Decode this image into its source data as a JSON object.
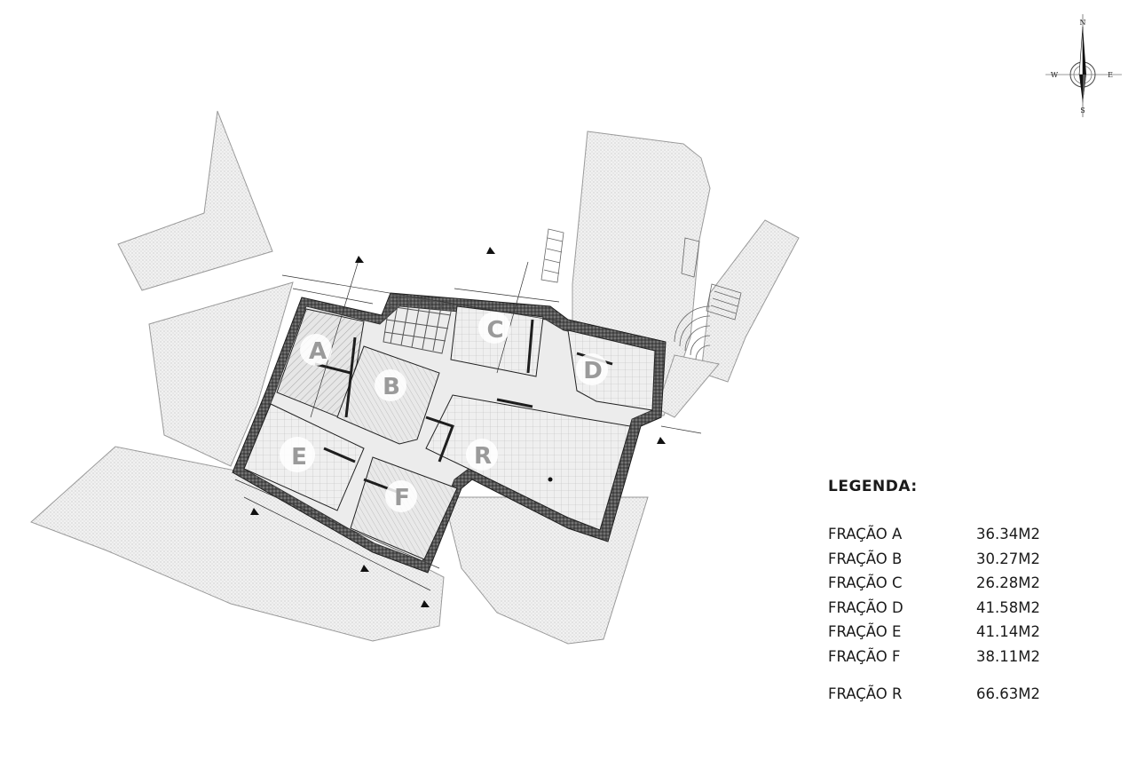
{
  "compass": {
    "n": "N",
    "s": "S",
    "e": "E",
    "w": "W"
  },
  "units": [
    {
      "letter": "A"
    },
    {
      "letter": "B"
    },
    {
      "letter": "C"
    },
    {
      "letter": "D"
    },
    {
      "letter": "E"
    },
    {
      "letter": "F"
    },
    {
      "letter": "R"
    }
  ],
  "legend": {
    "title": "LEGENDA:",
    "rows": [
      {
        "label": "FRAÇÃO A",
        "value": "36.34M2"
      },
      {
        "label": "FRAÇÃO B",
        "value": "30.27M2"
      },
      {
        "label": "FRAÇÃO C",
        "value": "26.28M2"
      },
      {
        "label": "FRAÇÃO D",
        "value": "41.58M2"
      },
      {
        "label": "FRAÇÃO E",
        "value": "41.14M2"
      },
      {
        "label": "FRAÇÃO F",
        "value": "38.11M2"
      },
      {
        "label": "FRAÇÃO R",
        "value": "66.63M2"
      }
    ]
  },
  "colors": {
    "site": "#ececec",
    "site_stroke": "#9a9a9a",
    "wall": "#3a3a3a",
    "floor": "#e2e2e2",
    "unit_letter": "#9a9a9a"
  }
}
